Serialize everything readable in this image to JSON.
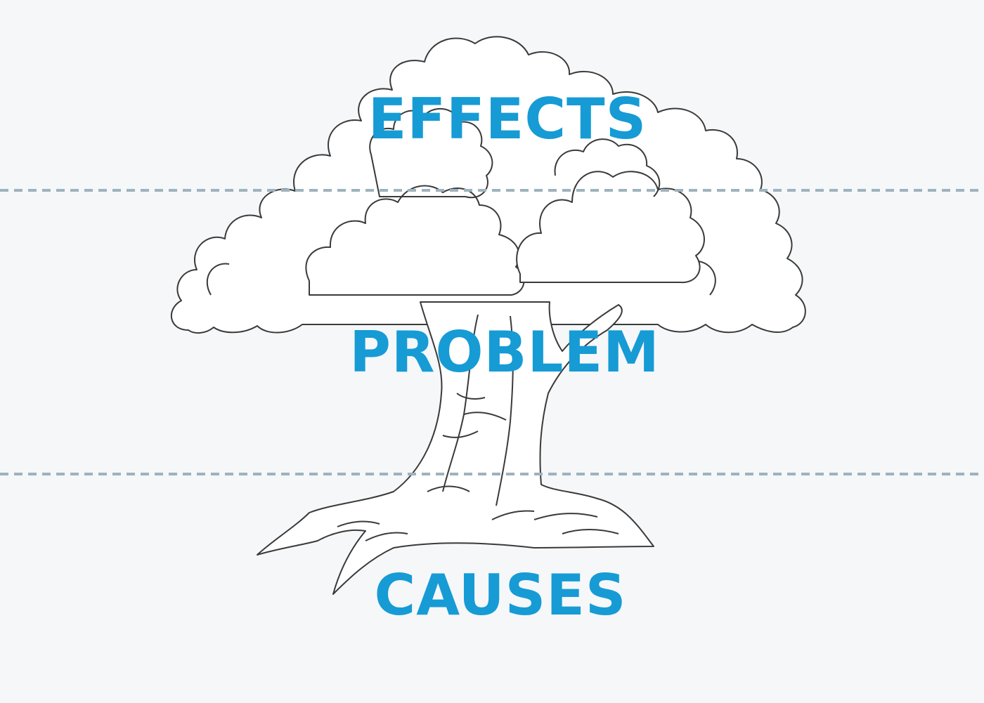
{
  "labels": {
    "effects": "EFFECTS",
    "problem": "PROBLEM",
    "causes": "CAUSES"
  },
  "colors": {
    "background": "#f5f7f9",
    "label": "#169bd5",
    "divider": "#9db3be",
    "outline": "#3a3a3a",
    "tree_fill": "#ffffff"
  }
}
